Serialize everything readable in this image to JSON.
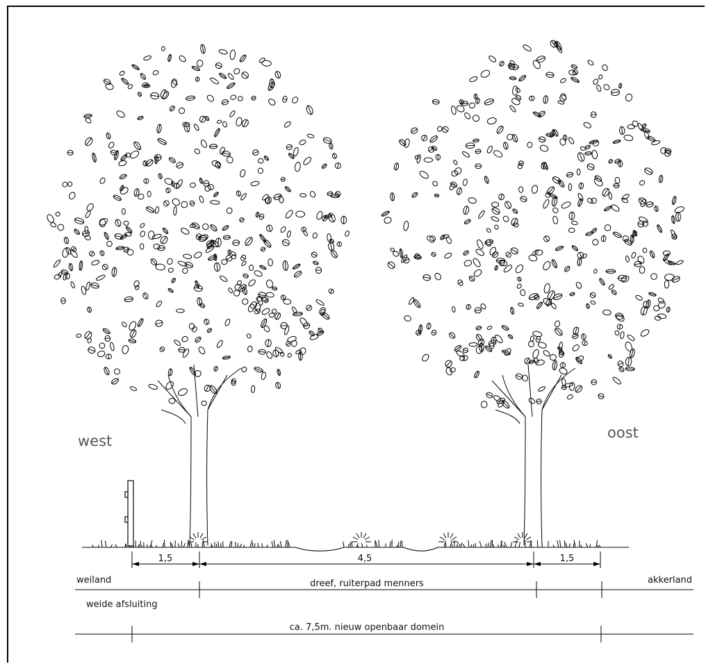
{
  "labels": {
    "west": "west",
    "oost": "oost",
    "weiland": "weiland",
    "akkerland": "akkerland",
    "weide_afsluiting": "weide afsluiting",
    "dreef": "dreef,  ruiterpad menners",
    "domein": "ca. 7,5m. nieuw openbaar domein"
  },
  "dimensions": {
    "left": "1,5",
    "middle": "4,5",
    "right": "1,5"
  },
  "colors": {
    "line": "#000000",
    "label_gray": "#555555"
  }
}
